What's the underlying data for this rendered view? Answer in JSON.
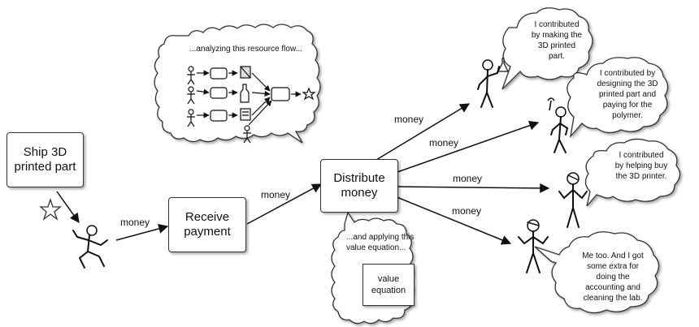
{
  "boxes": {
    "ship": "Ship 3D\nprinted part",
    "receive": "Receive\npayment",
    "distribute": "Distribute\nmoney"
  },
  "arrow_labels": {
    "money_1": "money",
    "money_2": "money",
    "money_3": "money",
    "money_4": "money",
    "money_5": "money",
    "money_6": "money"
  },
  "clouds": {
    "analyzing": "...analyzing this resource flow...",
    "applying": "...and applying this\nvalue equation...",
    "speech_1": "I contributed\nby making the\n3D printed\npart.",
    "speech_2": "I contributed by\ndesigning the 3D\nprinted part and\npaying for the\npolymer.",
    "speech_3": "I contributed\nby helping buy\nthe 3D printer.",
    "speech_4": "Me too. And I got\nsome extra for\ndoing the\naccounting and\ncleaning the lab."
  },
  "note": "value\nequation",
  "icons": [
    "star-icon",
    "stick-figure-icon",
    "flask-icon",
    "wrench-icon",
    "printer-icon",
    "bottle-icon"
  ]
}
